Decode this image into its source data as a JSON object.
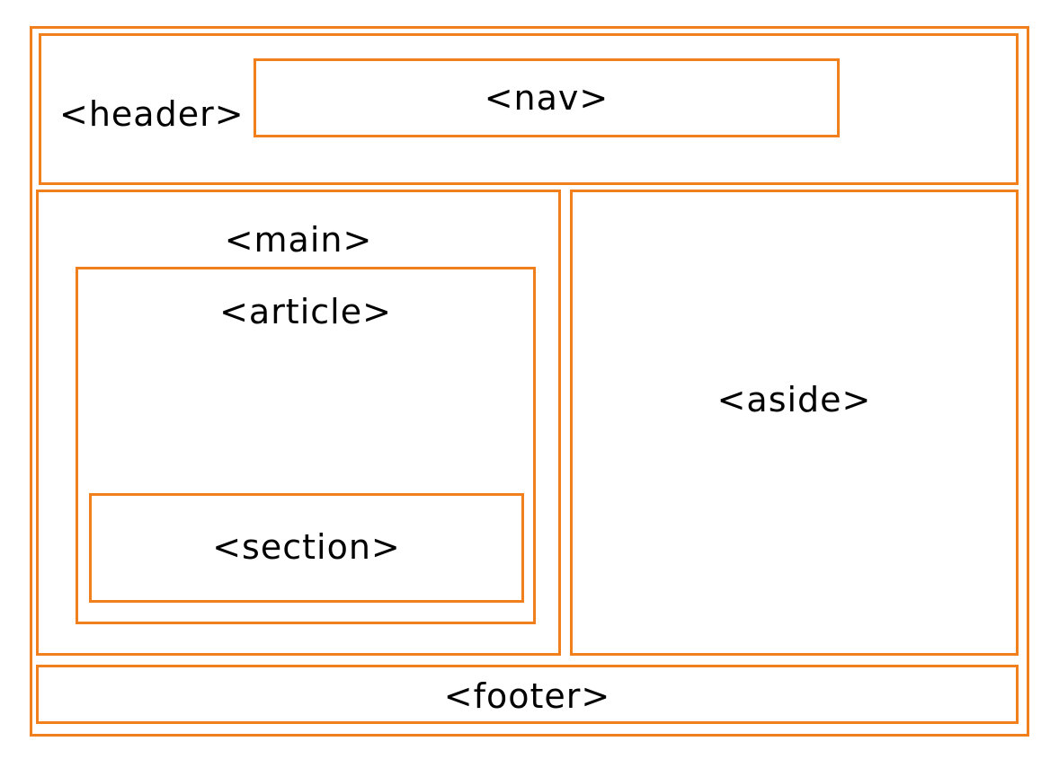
{
  "diagram": {
    "border_color": "#f07f1c",
    "labels": {
      "header": "<header>",
      "nav": "<nav>",
      "main": "<main>",
      "article": "<article>",
      "section": "<section>",
      "aside": "<aside>",
      "footer": "<footer>"
    }
  }
}
